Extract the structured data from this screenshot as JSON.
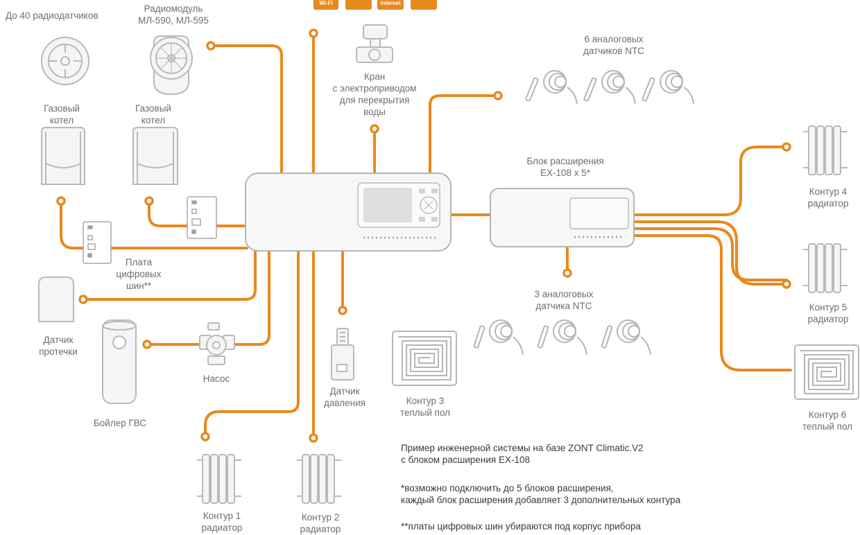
{
  "colors": {
    "wire": "#e8891e",
    "device_stroke": "#b9b9b9",
    "device_fill": "#f6f6f6",
    "text": "#6d6d6d"
  },
  "top_badges": [
    "Wi-Fi",
    "",
    "internet",
    ""
  ],
  "labels": {
    "sensors40": [
      "До 40 радиодатчиков"
    ],
    "radiomodule": [
      "Радиомодуль",
      "МЛ-590, МЛ-595"
    ],
    "boiler1": [
      "Газовый",
      "котел"
    ],
    "boiler2": [
      "Газовый",
      "котел"
    ],
    "valve": [
      "Кран",
      "с электроприводом",
      "для перекрытия",
      "воды"
    ],
    "ntc6": [
      "6 аналоговых",
      "датчиков NTC"
    ],
    "ext": [
      "Блок расширения",
      "EX-108 x 5*"
    ],
    "c4": [
      "Контур 4",
      "радиатор"
    ],
    "c5": [
      "Контур 5",
      "радиатор"
    ],
    "c6": [
      "Контур 6",
      "теплый пол"
    ],
    "bus": [
      "Плата",
      "цифровых",
      "шин**"
    ],
    "leak": [
      "Датчик",
      "протечки"
    ],
    "pump": [
      "Насос"
    ],
    "dhw": [
      "Бойлер ГВС"
    ],
    "pressure": [
      "Датчик",
      "давления"
    ],
    "c3": [
      "Контур 3",
      "теплый пол"
    ],
    "ntc3": [
      "3 аналоговых",
      "датчика NTC"
    ],
    "c1": [
      "Контур 1",
      "радиатор"
    ],
    "c2": [
      "Контур 2",
      "радиатор"
    ]
  },
  "notes": {
    "example": [
      "Пример инженерной системы на базе ZONT Climatic.V2",
      "с блоком расширения EX-108"
    ],
    "note1": [
      "*возможно подключить до 5 блоков расширения,",
      "каждый блок расширения добавляет 3 дополнительных контура"
    ],
    "note2": [
      "**платы цифровых шин убираются под корпус прибора"
    ]
  }
}
